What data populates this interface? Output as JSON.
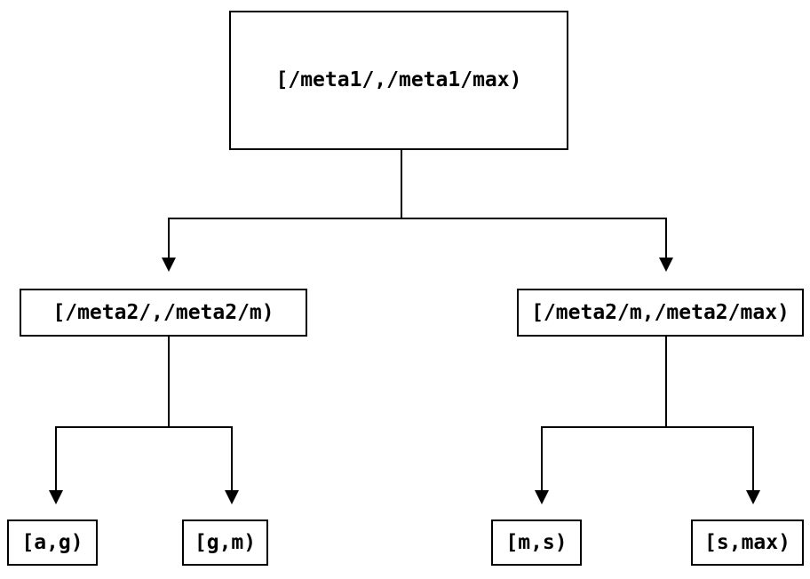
{
  "colors": {
    "background": "#ffffff",
    "line": "#000000",
    "text": "#000000"
  },
  "tree": {
    "root": {
      "label": "[/meta1/,/meta1/max)",
      "children": [
        {
          "label": "[/meta2/,/meta2/m)",
          "children": [
            {
              "label": "[a,g)"
            },
            {
              "label": "[g,m)"
            }
          ]
        },
        {
          "label": "[/meta2/m,/meta2/max)",
          "children": [
            {
              "label": "[m,s)"
            },
            {
              "label": "[s,max)"
            }
          ]
        }
      ]
    }
  }
}
